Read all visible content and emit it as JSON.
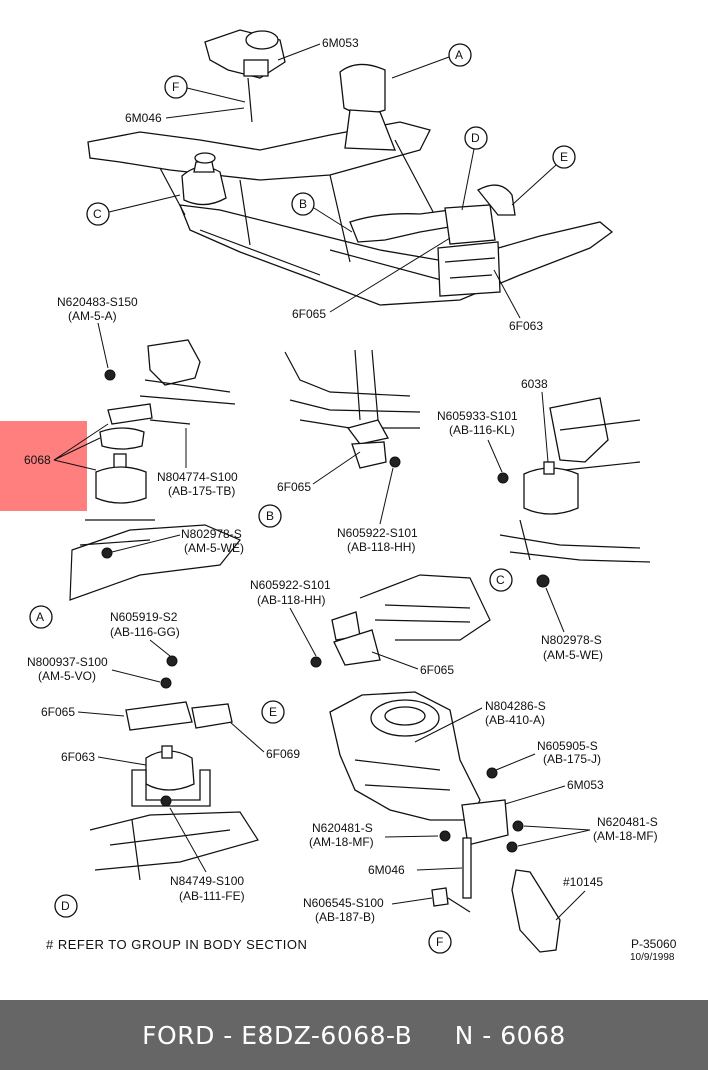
{
  "highlight": {
    "label": "6068",
    "color": "#ff7f7f"
  },
  "callouts": {
    "a": "A",
    "b": "B",
    "c": "C",
    "d": "D",
    "e": "E",
    "f": "F"
  },
  "labels": {
    "top_6m053": "6M053",
    "top_6m046": "6M046",
    "top_6f065": "6F065",
    "top_6f063": "6F063",
    "a_n620483": "N620483-S150",
    "a_n620483_code": "(AM-5-A)",
    "a_n804774": "N804774-S100",
    "a_n804774_code": "(AB-175-TB)",
    "a_n802978": "N802978-S",
    "a_n802978_code": "(AM-5-WE)",
    "b_6f065": "6F065",
    "b_n605922": "N605922-S101",
    "b_n605922_code": "(AB-118-HH)",
    "c_6038": "6038",
    "c_n605933": "N605933-S101",
    "c_n605933_code": "(AB-116-KL)",
    "c_n802978": "N802978-S",
    "c_n802978_code": "(AM-5-WE)",
    "e_n605922": "N605922-S101",
    "e_n605922_code": "(AB-118-HH)",
    "e_6f065": "6F065",
    "d_n605919": "N605919-S2",
    "d_n605919_code": "(AB-116-GG)",
    "d_n800937": "N800937-S100",
    "d_n800937_code": "(AM-5-VO)",
    "d_6f065": "6F065",
    "d_6f063": "6F063",
    "d_6f069": "6F069",
    "d_n84749": "N84749-S100",
    "d_n84749_code": "(AB-111-FE)",
    "f_n804286": "N804286-S",
    "f_n804286_code": "(AB-410-A)",
    "f_n605905": "N605905-S",
    "f_n605905_code": "(AB-175-J)",
    "f_6m053": "6M053",
    "f_n620481_r": "N620481-S",
    "f_n620481_r_code": "(AM-18-MF)",
    "f_n620481_l": "N620481-S",
    "f_n620481_l_code": "(AM-18-MF)",
    "f_6m046": "6M046",
    "f_n606545": "N606545-S100",
    "f_n606545_code": "(AB-187-B)",
    "f_10145": "#10145"
  },
  "note": "# REFER TO GROUP IN BODY SECTION",
  "drawing_id": "P-35060",
  "drawing_date": "10/9/1998",
  "footer": {
    "brand_part": "FORD - E8DZ-6068-B",
    "number": "N - 6068"
  }
}
